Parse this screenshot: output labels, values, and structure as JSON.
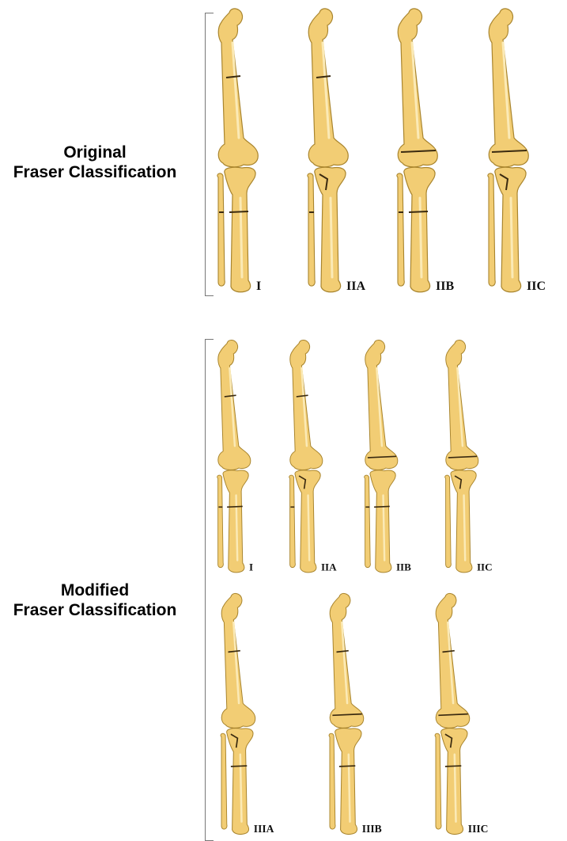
{
  "sections": [
    {
      "title_line1": "Original",
      "title_line2": "Fraser Classification",
      "types": [
        "I",
        "IIA",
        "IIB",
        "IIC"
      ]
    },
    {
      "title_line1": "Modified",
      "title_line2": "Fraser Classification",
      "types": [
        "I",
        "IIA",
        "IIB",
        "IIC",
        "IIIA",
        "IIIB",
        "IIIC"
      ]
    }
  ],
  "colors": {
    "bone_fill": "#f2cd74",
    "bone_outline": "#a9852e",
    "bone_highlight": "#fbeab6",
    "fracture_line": "#3a2a10",
    "bracket": "#777777"
  },
  "icons": [
    "femur-icon",
    "tibia-icon",
    "fibula-icon",
    "fracture-line-icon"
  ]
}
